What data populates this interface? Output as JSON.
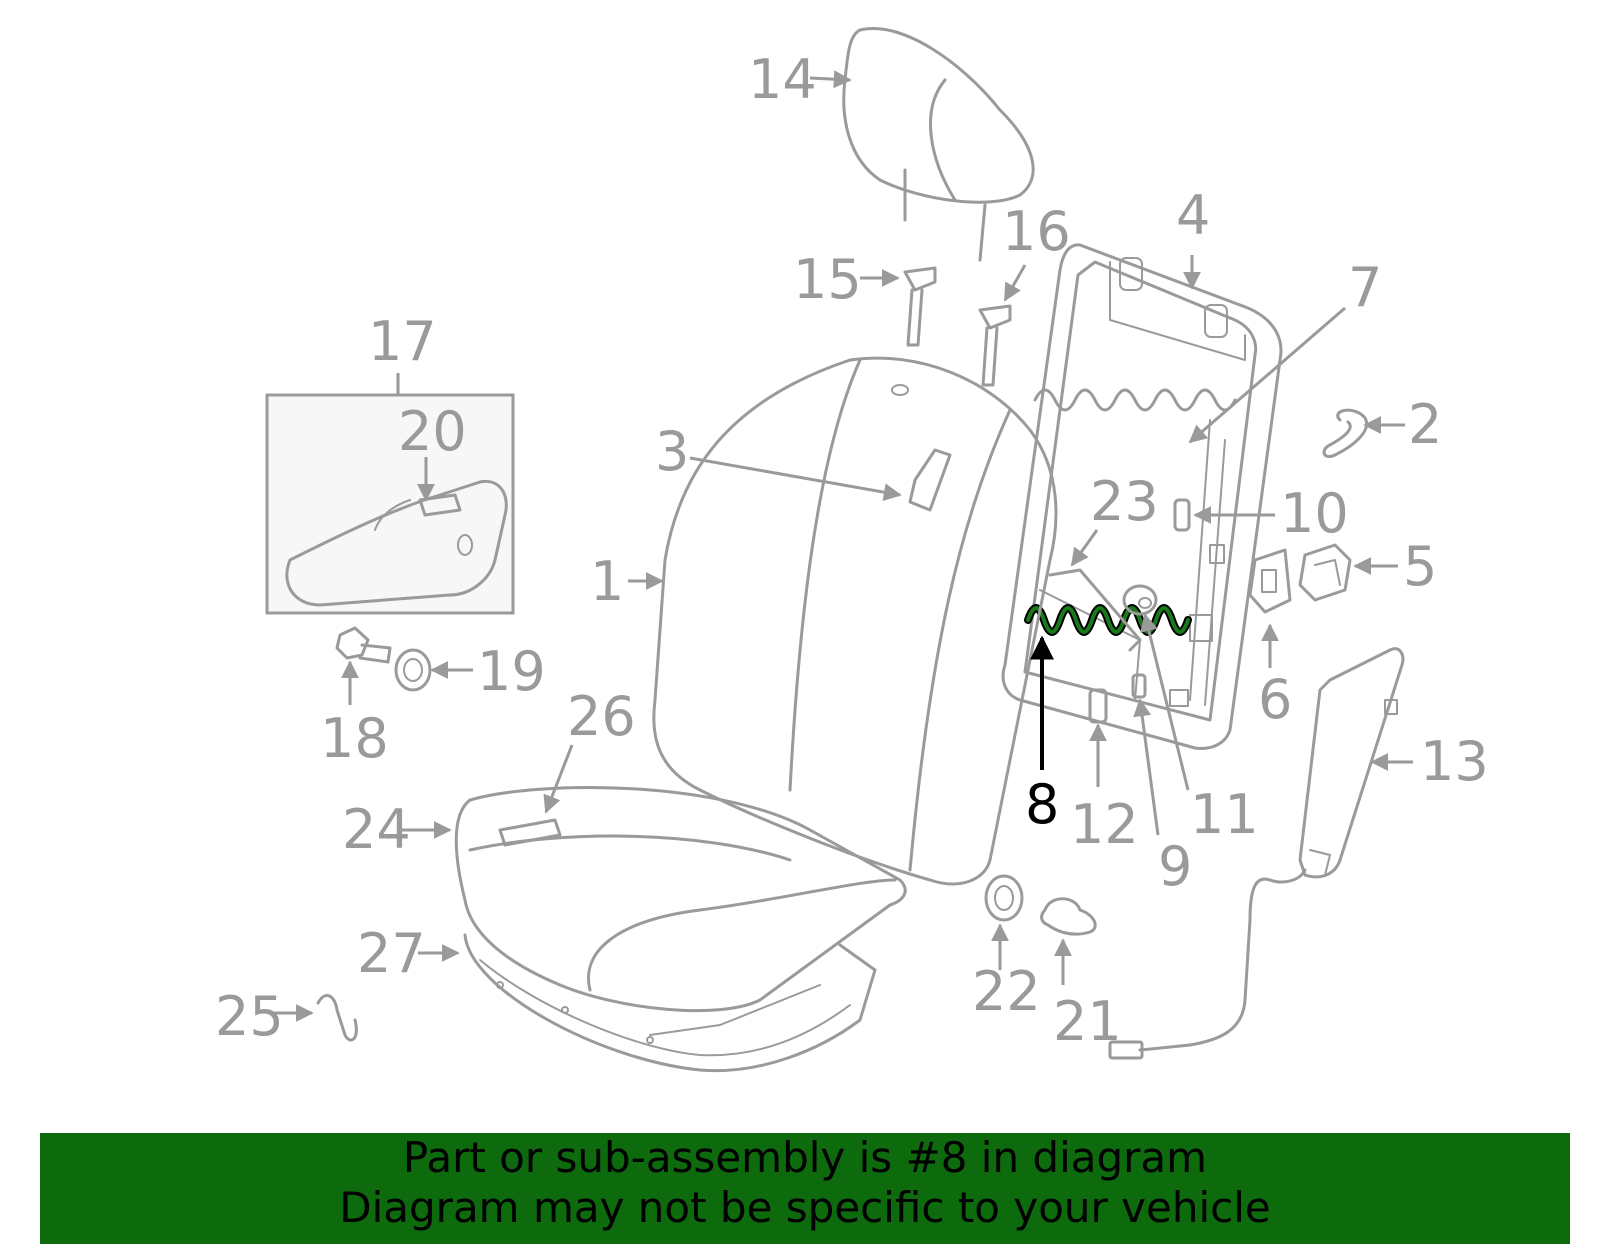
{
  "diagram": {
    "highlighted_part": "8",
    "labels": [
      "1",
      "2",
      "3",
      "4",
      "5",
      "6",
      "7",
      "8",
      "9",
      "10",
      "11",
      "12",
      "13",
      "14",
      "15",
      "16",
      "17",
      "18",
      "19",
      "20",
      "21",
      "22",
      "23",
      "24",
      "25",
      "26",
      "27"
    ],
    "colors": {
      "line": "#9a9a9a",
      "highlight": "#1a7a1a",
      "banner": "#0d6a0d"
    }
  },
  "banner": {
    "line1": "Part or sub-assembly is #8 in diagram",
    "line2": "Diagram may not be specific to your vehicle"
  }
}
